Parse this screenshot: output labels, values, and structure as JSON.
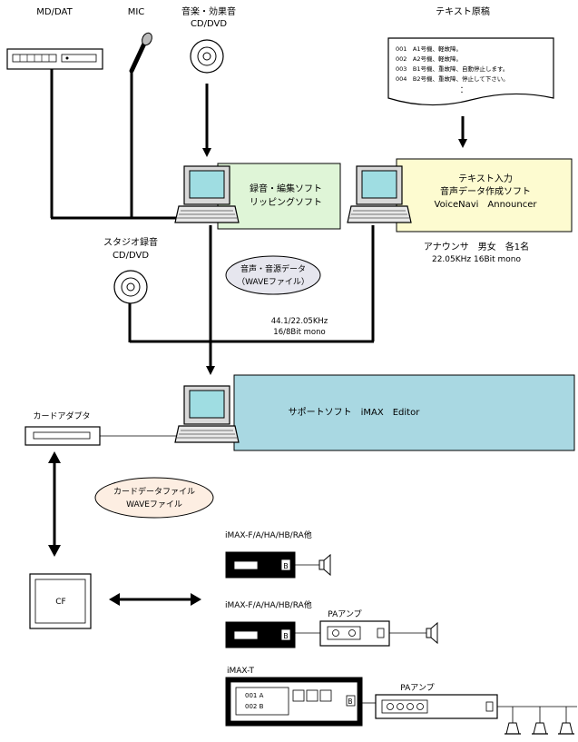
{
  "sources": {
    "md_dat": "MD/DAT",
    "mic": "MIC",
    "music_title": "音楽・効果音",
    "music_media": "CD/DVD",
    "text_manuscript": "テキスト原稿"
  },
  "manuscript_lines": [
    "001　A1号機、軽故障。",
    "002　A2号機、軽故障。",
    "003　B1号機、重故障、自動停止します。",
    "004　B2号機、重故障、停止して下さい。"
  ],
  "recording_box": {
    "line1": "録音・編集ソフト",
    "line2": "リッピングソフト"
  },
  "tts_box": {
    "line1": "テキスト入力",
    "line2": "音声データ作成ソフト",
    "line3": "VoiceNavi　Announcer"
  },
  "announcer": {
    "line1": "アナウンサ　男女　各1名",
    "line2": "22.05KHz 16Bit mono"
  },
  "studio": {
    "line1": "スタジオ録音",
    "line2": "CD/DVD"
  },
  "wave_ellipse": {
    "line1": "音声・音源データ",
    "line2": "（WAVEファイル）"
  },
  "format": {
    "line1": "44.1/22.05KHz",
    "line2": "16/8Bit mono"
  },
  "support_box": {
    "label": "サポートソフト　iMAX　Editor"
  },
  "card_adapter": "カードアダプタ",
  "card_ellipse": {
    "line1": "カードデータファイル",
    "line2": "WAVEファイル"
  },
  "cf_label": "CF",
  "device1": {
    "label": "iMAX-F/A/HA/HB/RA他",
    "button": "B"
  },
  "device2": {
    "label": "iMAX-F/A/HA/HB/RA他",
    "button": "B"
  },
  "pa1": {
    "label": "PAアンプ"
  },
  "device3": {
    "label": "iMAX-T",
    "row1": "001 A",
    "row2": "002 B",
    "button": "B"
  },
  "pa2": {
    "label": "PAアンプ"
  },
  "colors": {
    "green_box": "#dff5d7",
    "yellow_box": "#fdfbd0",
    "blue_box": "#a9d8e2",
    "ellipse_gray": "#e6e6ee",
    "ellipse_peach": "#fdeee2",
    "screen": "#9fdde2"
  }
}
